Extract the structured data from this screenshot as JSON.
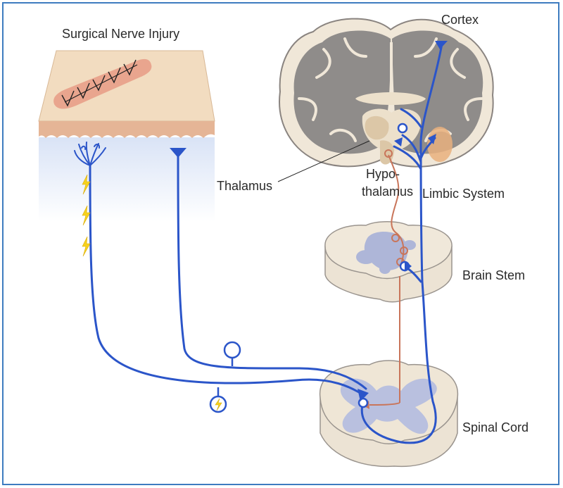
{
  "labels": {
    "surgical_nerve_injury": "Surgical Nerve Injury",
    "cortex": "Cortex",
    "thalamus": "Thalamus",
    "hypothalamus_line1": "Hypo-",
    "hypothalamus_line2": "thalamus",
    "limbic_system": "Limbic System",
    "brain_stem": "Brain Stem",
    "spinal_cord": "Spinal Cord"
  },
  "colors": {
    "frame_border": "#3e7cc0",
    "nerve_blue": "#2b55c9",
    "pathway_orange": "#c9755a",
    "skin": "#f2dcc0",
    "skin_edge": "#e2b89a",
    "incision": "#e9a58e",
    "gray_matter": "#8f8c8a",
    "white_matter": "#ede3d2",
    "lightning": "#f7d21e"
  },
  "icons": [
    "lightning-icon",
    "nerve-ending-icon",
    "cell-body-icon"
  ]
}
